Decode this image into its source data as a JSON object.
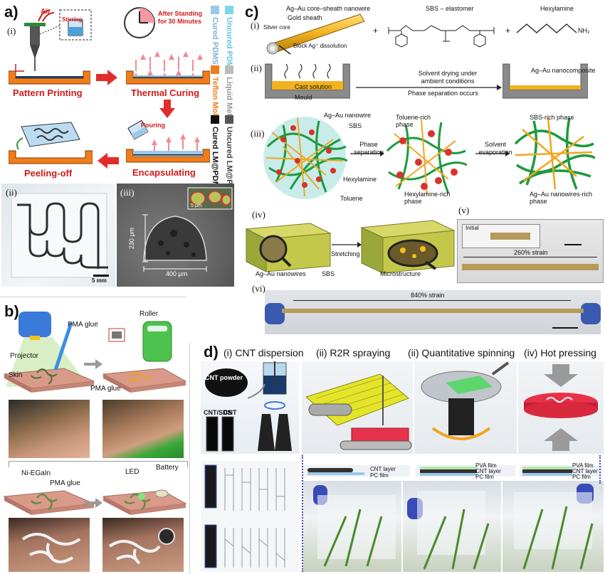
{
  "panel_a": {
    "letter": "a)",
    "sub_i": "(i)",
    "sub_ii": "(ii)",
    "sub_iii": "(iii)",
    "air": "Air",
    "stirring": "Stirring",
    "after_standing": "After Standing for 30 Minutes",
    "pouring": "Pouring",
    "steps": [
      "Pattern Printing",
      "Thermal Curing",
      "Encapsulating",
      "Peeling-off"
    ],
    "legend": [
      "Cured PDMS",
      "Uncured PDMS",
      "Teflon Mold",
      "Liquid Metal",
      "Cured LM@PDMS",
      "Uncured LM@PDMS"
    ],
    "scale_ii": "5 mm",
    "dim_vertical": "230 μm",
    "dim_horizontal": "400 μm",
    "inset_scale": "5 μm"
  },
  "panel_b": {
    "letter": "b)",
    "projector": "Projector",
    "pma_glue": "PMA glue",
    "skin": "Skin",
    "pma_glue_2": "PMA glue",
    "roller": "Roller",
    "ni_egain": "Ni-EGaIn",
    "pma_glue_3": "PMA glue",
    "led": "LED",
    "battery": "Battery"
  },
  "panel_c": {
    "letter": "c)",
    "sub_i": "(i)",
    "sub_ii": "(ii)",
    "sub_iii": "(iii)",
    "sub_iv": "(iv)",
    "sub_v": "(v)",
    "sub_vi": "(vi)",
    "nanowire_title": "Ag–Au core–sheath nanowire",
    "gold_sheath": "Gold sheath",
    "silver_core": "Silver core",
    "block_ag": "Block Ag⁺ dissolution",
    "sbs_title": "SBS – elastomer",
    "hexylamine_title": "Hexylamine",
    "nh2": "NH₂",
    "plus1": "+",
    "plus2": "+",
    "cast_solution": "Cast solution",
    "mould": "Mould",
    "solvent_drying": "Solvent drying under ambient conditions",
    "phase_sep_occurs": "Phase separation occurs",
    "ag_au_nanocomposite": "Ag–Au nanocomposite",
    "ag_au_nanowire": "Ag–Au nanowire",
    "sbs": "SBS",
    "hexylamine": "Hexylamine",
    "toluene": "Toluene",
    "phase_separation": "Phase separation",
    "toluene_rich": "Toluene-rich phase",
    "hexylamine_rich": "Hexylamine-rich phase",
    "solvent_evaporation": "Solvent evaporation",
    "sbs_rich": "SBS-rich phase",
    "nanowires_rich": "Ag–Au nanowires-rich phase",
    "ag_au_nanowires": "Ag–Au nanowires",
    "sbs_2": "SBS",
    "stretching": "Stretching",
    "microstructure": "Microstructure",
    "initial": "Initial",
    "strain_260": "260% strain",
    "strain_840": "840% strain"
  },
  "panel_d": {
    "letter": "d)",
    "headers": [
      "(i) CNT dispersion",
      "(ii) R2R spraying",
      "(ii)  Quantitative spinning",
      "(iv)  Hot pressing"
    ],
    "cnt_powder": "CNT powder",
    "cnt_sds": "CNT/SDS",
    "cnt": "CNT",
    "layers_ii": [
      "CNT layer",
      "PC film"
    ],
    "layers_iii": [
      "PVA film",
      "CNT layer",
      "PC film"
    ],
    "layers_iv": [
      "PVA film",
      "CNT layer",
      "PC film"
    ]
  },
  "colors": {
    "accent_red": "#d11a1a",
    "teflon_orange": "#f07d1a",
    "pdms_blue": "#9cc8ea",
    "sbs_green": "#1c9a3c",
    "nanowire_orange": "#f2a51e",
    "nanoparticle_red": "#d8332b"
  }
}
